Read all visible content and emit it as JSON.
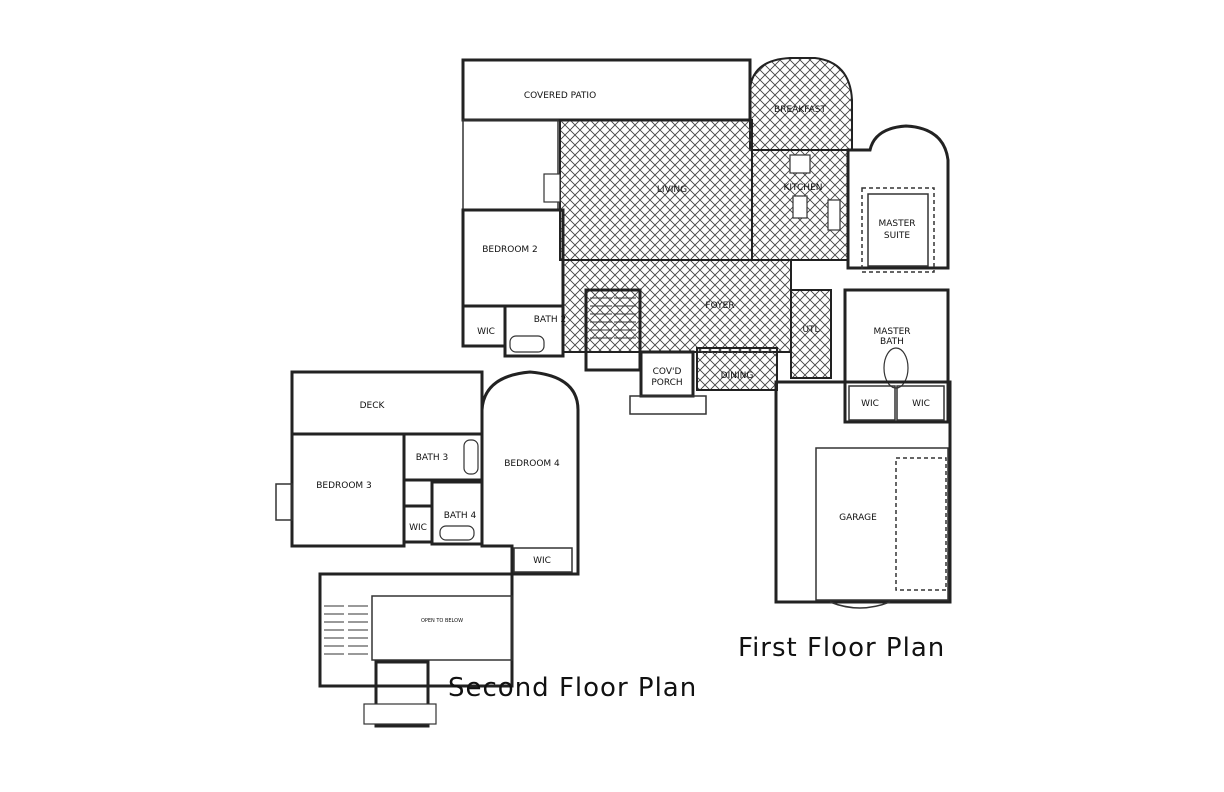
{
  "first_floor": {
    "title": "First Floor Plan",
    "rooms": {
      "covered_patio": "COVERED PATIO",
      "breakfast": "BREAKFAST",
      "living": "LIVING",
      "kitchen": "KITCHEN",
      "master_suite": "MASTER\nSUITE",
      "bedroom_2": "BEDROOM 2",
      "bath_2": "BATH 2",
      "wic_bed2": "WIC",
      "foyer": "FOYER",
      "utl": "UTL",
      "master_bath": "MASTER\nBATH",
      "wic_master_left": "WIC",
      "wic_master_right": "WIC",
      "covd_porch": "COV'D\nPORCH",
      "dining": "DINING",
      "garage": "GARAGE"
    }
  },
  "second_floor": {
    "title": "Second Floor Plan",
    "rooms": {
      "deck": "DECK",
      "bedroom_3": "BEDROOM 3",
      "bath_3": "BATH 3",
      "bedroom_4": "BEDROOM 4",
      "bath_4": "BATH 4",
      "wic_bed3": "WIC",
      "wic_bed4": "WIC",
      "open_to_below": "OPEN TO BELOW"
    }
  }
}
